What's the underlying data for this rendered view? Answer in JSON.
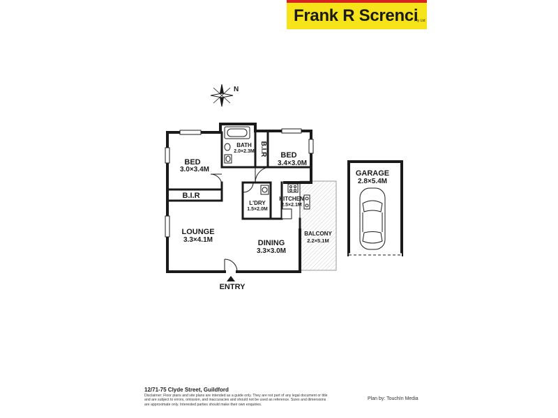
{
  "brand": {
    "name": "Frank R Screnci",
    "suffix": "Pty Ltd"
  },
  "compass": {
    "north_label": "N"
  },
  "rooms": {
    "bed1": {
      "name": "BED",
      "size": "3.0×3.4M"
    },
    "bed2": {
      "name": "BED",
      "size": "3.4×3.0M"
    },
    "bath": {
      "name": "BATH",
      "size": "2.0×2.3M"
    },
    "bir_vertical": {
      "name": "B.I.R"
    },
    "bir_horizontal": {
      "name": "B.I.R"
    },
    "laundry": {
      "name": "L'DRY",
      "size": "1.5×2.0M"
    },
    "kitchen": {
      "name": "KITCHEN",
      "size": "2.5×2.1M"
    },
    "lounge": {
      "name": "LOUNGE",
      "size": "3.3×4.1M"
    },
    "dining": {
      "name": "DINING",
      "size": "3.3×3.0M"
    },
    "balcony": {
      "name": "BALCONY",
      "size": "2.2×5.1M"
    },
    "garage": {
      "name": "GARAGE",
      "size": "2.8×5.4M"
    }
  },
  "entry": {
    "label": "ENTRY"
  },
  "footer": {
    "address": "12/71-75 Clyde Street, Guildford",
    "disclaimer": "Disclaimer: Floor plans and site plans are intended as a guide only. They are not part of any legal document or title and are subject to errors, omission, and inaccuracies and should not be used as reference. Sizes and dimensions are approximate only. Interested parties should make their own enquiries.",
    "credit": "Plan by: TouchIn Media"
  }
}
